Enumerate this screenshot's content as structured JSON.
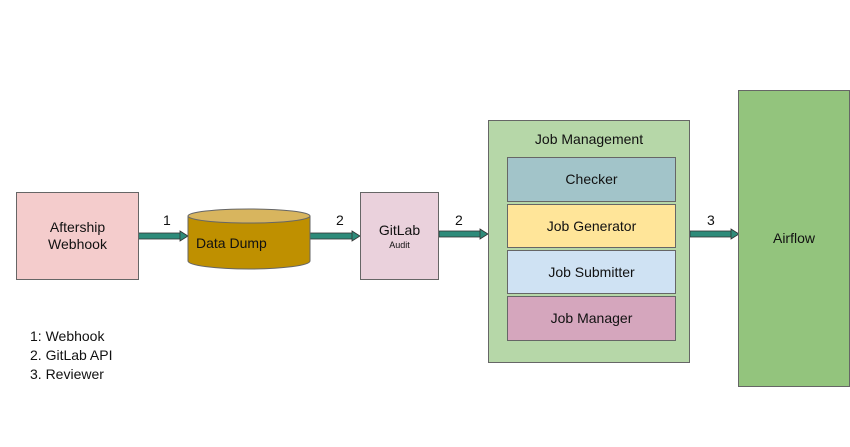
{
  "nodes": {
    "aftership": {
      "line1": "Aftership",
      "line2": "Webhook",
      "fill": "#f4cccc"
    },
    "data_dump": {
      "label": "Data Dump",
      "fill": "#bf9000",
      "top_fill": "#d8b55e"
    },
    "gitlab": {
      "title": "GitLab",
      "subtitle": "Audit",
      "fill": "#ead1dc"
    },
    "job_management": {
      "title": "Job Management",
      "fill": "#b6d7a8",
      "children": [
        {
          "label": "Checker",
          "fill": "#a2c4c9"
        },
        {
          "label": "Job Generator",
          "fill": "#ffe599"
        },
        {
          "label": "Job Submitter",
          "fill": "#cfe2f3"
        },
        {
          "label": "Job Manager",
          "fill": "#d5a6bd"
        }
      ]
    },
    "airflow": {
      "label": "Airflow",
      "fill": "#93c47d"
    }
  },
  "edges": [
    {
      "label": "1"
    },
    {
      "label": "2"
    },
    {
      "label": "2"
    },
    {
      "label": "3"
    }
  ],
  "arrow_color": "#2e8b7a",
  "legend": [
    "1: Webhook",
    "2. GitLab API",
    "3. Reviewer"
  ]
}
